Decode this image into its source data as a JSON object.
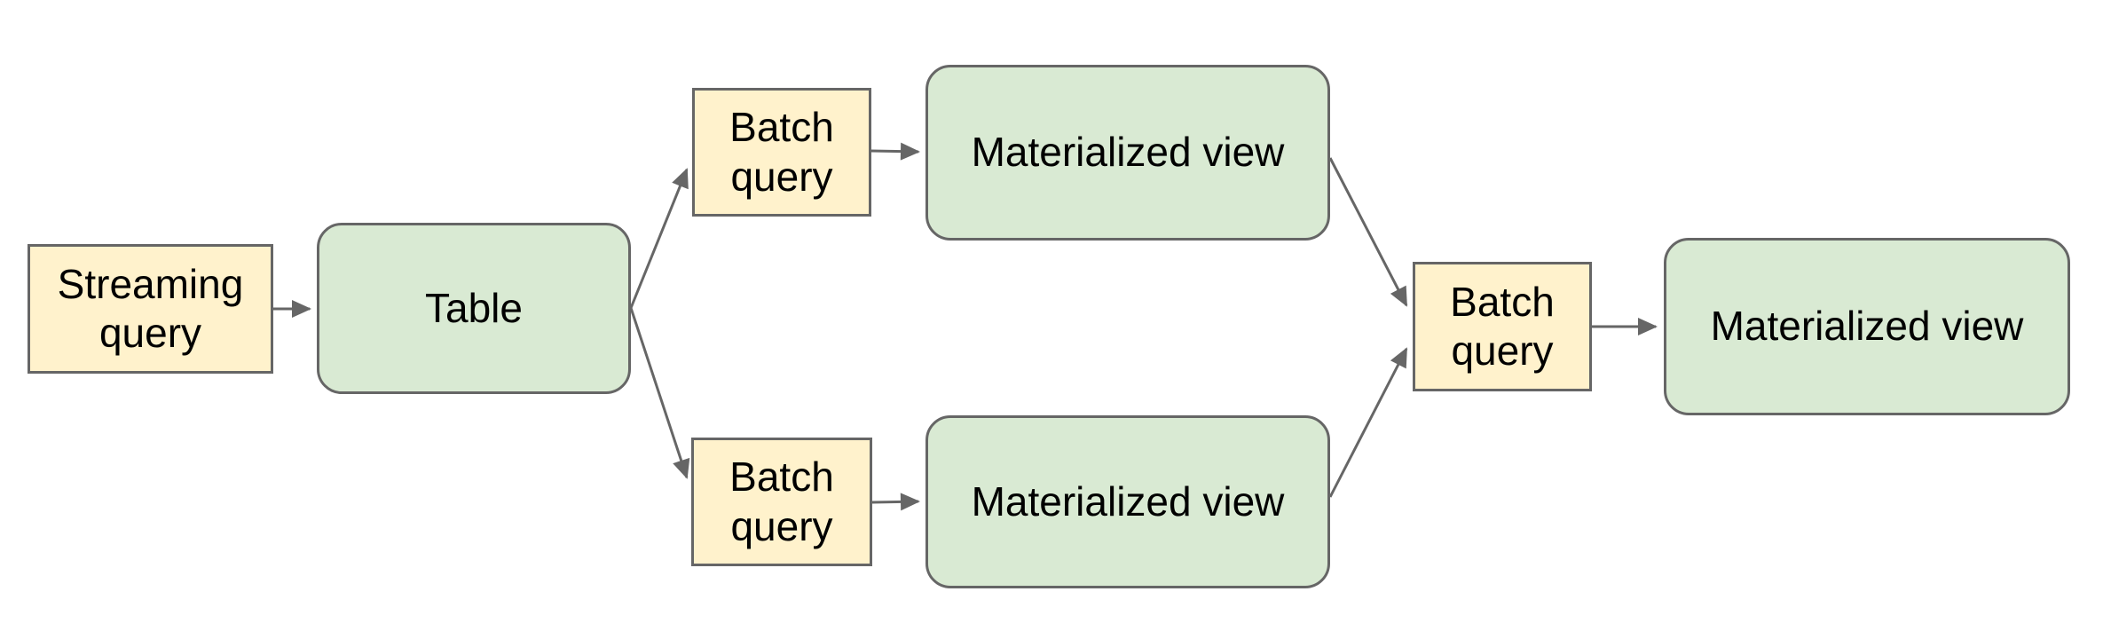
{
  "diagram": {
    "background_color": "#ffffff",
    "colors": {
      "query_box_fill": "#FFF2CC",
      "table_view_fill": "#D9EAD3",
      "border": "#666666",
      "arrow": "#666666",
      "text": "#000000"
    },
    "nodes": [
      {
        "id": "streaming-query",
        "label": "Streaming query",
        "shape": "rectangle"
      },
      {
        "id": "table",
        "label": "Table",
        "shape": "rounded-rectangle"
      },
      {
        "id": "batch-query-top",
        "label": "Batch query",
        "shape": "rectangle"
      },
      {
        "id": "materialized-view-top",
        "label": "Materialized view",
        "shape": "rounded-rectangle"
      },
      {
        "id": "batch-query-bottom",
        "label": "Batch query",
        "shape": "rectangle"
      },
      {
        "id": "materialized-view-bottom",
        "label": "Materialized view",
        "shape": "rounded-rectangle"
      },
      {
        "id": "batch-query-right",
        "label": "Batch query",
        "shape": "rectangle"
      },
      {
        "id": "materialized-view-right",
        "label": "Materialized view",
        "shape": "rounded-rectangle"
      }
    ],
    "edges": [
      {
        "from": "streaming-query",
        "to": "table"
      },
      {
        "from": "table",
        "to": "batch-query-top"
      },
      {
        "from": "table",
        "to": "batch-query-bottom"
      },
      {
        "from": "batch-query-top",
        "to": "materialized-view-top"
      },
      {
        "from": "batch-query-bottom",
        "to": "materialized-view-bottom"
      },
      {
        "from": "materialized-view-top",
        "to": "batch-query-right"
      },
      {
        "from": "materialized-view-bottom",
        "to": "batch-query-right"
      },
      {
        "from": "batch-query-right",
        "to": "materialized-view-right"
      }
    ]
  }
}
